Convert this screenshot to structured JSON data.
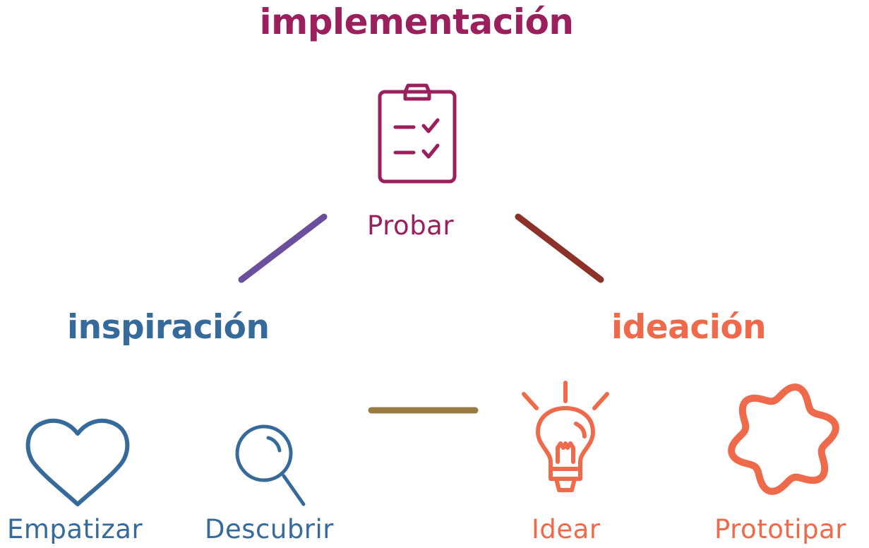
{
  "phases": {
    "implementation": "implementación",
    "inspiration": "inspiración",
    "ideation": "ideación"
  },
  "steps": {
    "probar": "Probar",
    "empatizar": "Empatizar",
    "descubrir": "Descubrir",
    "idear": "Idear",
    "prototipar": "Prototipar"
  },
  "colors": {
    "implementation": "#9b1f5c",
    "inspiration": "#366a9b",
    "ideation": "#ee6a4a",
    "connector_left": "#6a4f9c",
    "connector_right": "#8c3228",
    "connector_bottom": "#9b7a42"
  },
  "icons": {
    "probar": "clipboard-checklist-icon",
    "empatizar": "heart-icon",
    "descubrir": "magnifier-icon",
    "idear": "lightbulb-icon",
    "prototipar": "cog-outline-icon"
  }
}
